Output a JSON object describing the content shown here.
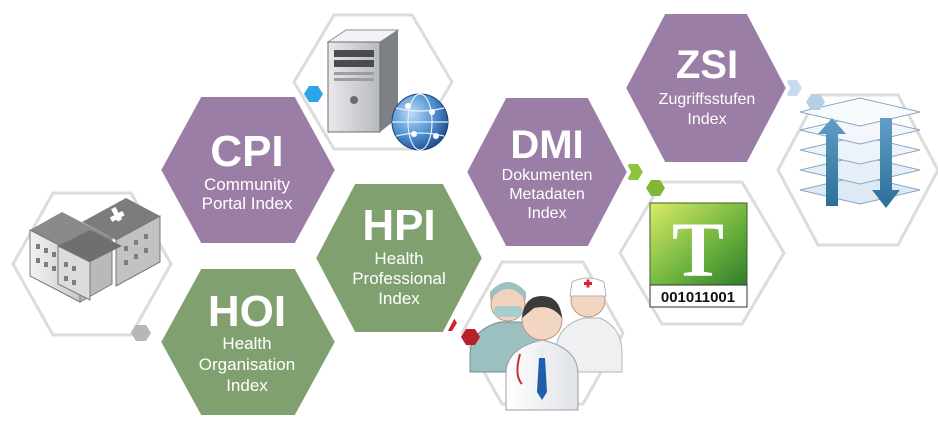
{
  "indices": {
    "cpi": {
      "abbr": "CPI",
      "lines": [
        "Community",
        "Portal Index"
      ],
      "color": "#9a7ea5"
    },
    "hoi": {
      "abbr": "HOI",
      "lines": [
        "Health",
        "Organisation",
        "Index"
      ],
      "color": "#80a06f"
    },
    "hpi": {
      "abbr": "HPI",
      "lines": [
        "Health",
        "Professional",
        "Index"
      ],
      "color": "#80a06f"
    },
    "dmi": {
      "abbr": "DMI",
      "lines": [
        "Dokumenten",
        "Metadaten",
        "Index"
      ],
      "color": "#9a7ea5"
    },
    "zsi": {
      "abbr": "ZSI",
      "lines": [
        "Zugriffsstufen",
        "Index"
      ],
      "color": "#9a7ea5"
    }
  },
  "icons": {
    "server": "server-globe-icon",
    "hospital": "hospital-buildings-icon",
    "doctors": "medical-staff-icon",
    "document": "document-t-icon",
    "layers": "layer-stack-icon"
  },
  "document_code": "001011001",
  "connector_colors": {
    "cpi": "#1f8fd3",
    "hoi": "#a8a8a8",
    "hpi": "#c8262e",
    "dmi": "#8cc63e",
    "zsi": "#b5cfe6"
  }
}
